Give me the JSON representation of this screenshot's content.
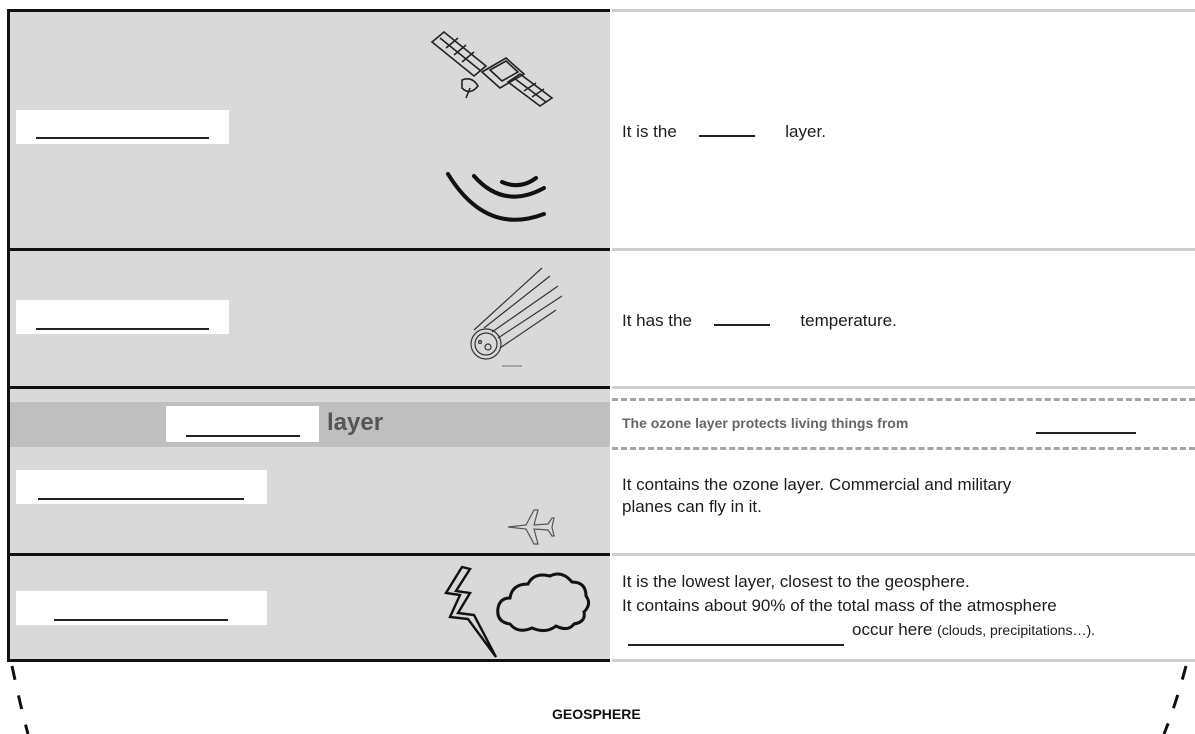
{
  "layers": [
    {
      "row": "upper",
      "statement": [
        "It is the",
        "layer."
      ]
    },
    {
      "row": "second",
      "statement": [
        "It has the",
        "temperature."
      ]
    },
    {
      "row": "third",
      "band_label": "layer",
      "ozone_note": "The ozone layer protects living things from",
      "statement_lines": [
        "It contains the ozone layer. Commercial and military",
        "planes can fly in it."
      ]
    },
    {
      "row": "lowest",
      "statement_lines": [
        "It is the lowest layer, closest to the geosphere.",
        "It contains about 90% of the total mass of the atmosphere"
      ],
      "last_line_main": "occur here",
      "last_line_small": "(clouds, precipitations…)."
    }
  ],
  "geosphere_label": "GEOSPHERE",
  "icons": [
    "satellite-icon",
    "radio-waves-icon",
    "meteor-icon",
    "airplane-icon",
    "lightning-icon",
    "cloud-icon"
  ],
  "colors": {
    "panel_gray": "#d9d9d9",
    "band_gray": "#bfbfbf",
    "dash_gray": "#a5a5a5"
  }
}
